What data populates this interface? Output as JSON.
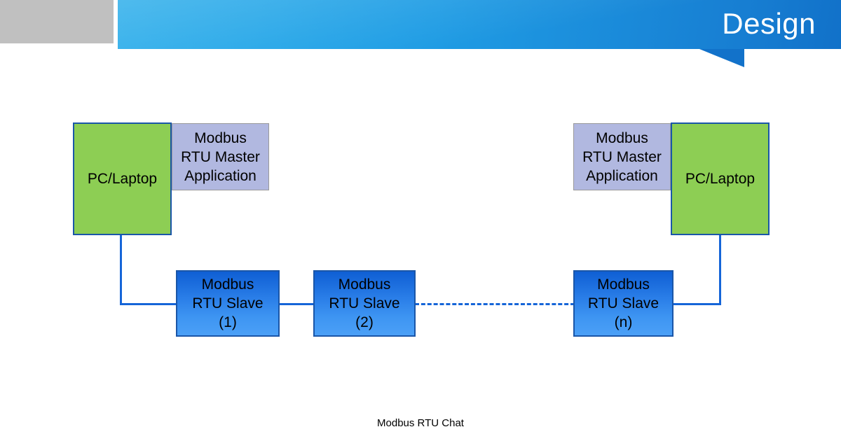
{
  "header": {
    "title": "Design",
    "accent_color_left": "#2badea",
    "accent_color_right": "#1171c9",
    "gray_block_color": "#c0c0c0"
  },
  "diagram": {
    "type": "network-topology",
    "colors": {
      "pc_fill": "#8dce54",
      "app_fill": "#b1b8e0",
      "slave_fill_top": "#0f5fd4",
      "slave_fill_bottom": "#4ba0f7",
      "border": "#1a56a8",
      "line": "#1565d8"
    },
    "nodes": {
      "pc_left": "PC/Laptop",
      "app_left": "Modbus\nRTU Master\nApplication",
      "app_left_lines": [
        "Modbus",
        "RTU Master",
        "Application"
      ],
      "pc_right": "PC/Laptop",
      "app_right_lines": [
        "Modbus",
        "RTU Master",
        "Application"
      ],
      "slave_1_lines": [
        "Modbus",
        "RTU Slave",
        "(1)"
      ],
      "slave_2_lines": [
        "Modbus",
        "RTU Slave",
        "(2)"
      ],
      "slave_n_lines": [
        "Modbus",
        "RTU Slave",
        "(n)"
      ]
    }
  },
  "caption": {
    "text": "Modbus RTU Chat"
  }
}
